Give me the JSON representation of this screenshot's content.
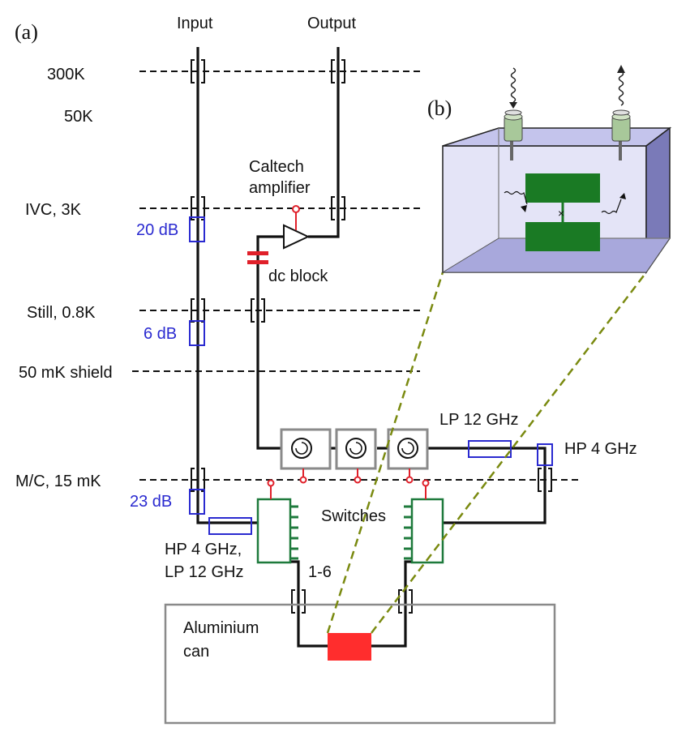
{
  "panels": {
    "a": "(a)",
    "b": "(b)"
  },
  "columns": {
    "input": "Input",
    "output": "Output"
  },
  "stages": {
    "s300k": "300K",
    "s50k": "50K",
    "ivc": "IVC, 3K",
    "still": "Still, 0.8K",
    "shield": "50 mK shield",
    "mc": "M/C, 15 mK"
  },
  "attenuators": {
    "a20": "20 dB",
    "a6": "6 dB",
    "a23": "23 dB"
  },
  "amplifier": {
    "line1": "Caltech",
    "line2": "amplifier"
  },
  "dc_block": "dc block",
  "filters": {
    "lp": "LP 12 GHz",
    "hp": "HP 4 GHz",
    "input_line1": "HP 4 GHz,",
    "input_line2": "LP 12 GHz"
  },
  "switches": "Switches",
  "switch_range": "1-6",
  "can": {
    "line1": "Aluminium",
    "line2": "can"
  },
  "colors": {
    "attenuator": "#2a2ad0",
    "switch": "#1e7a3c",
    "sample": "#ff2d2d",
    "bias": "#e0202a",
    "circulator": "#8a8a8a",
    "zoom_line": "#7a8a10",
    "box_face": "#c9c9f0",
    "chip": "#1a7a24"
  }
}
